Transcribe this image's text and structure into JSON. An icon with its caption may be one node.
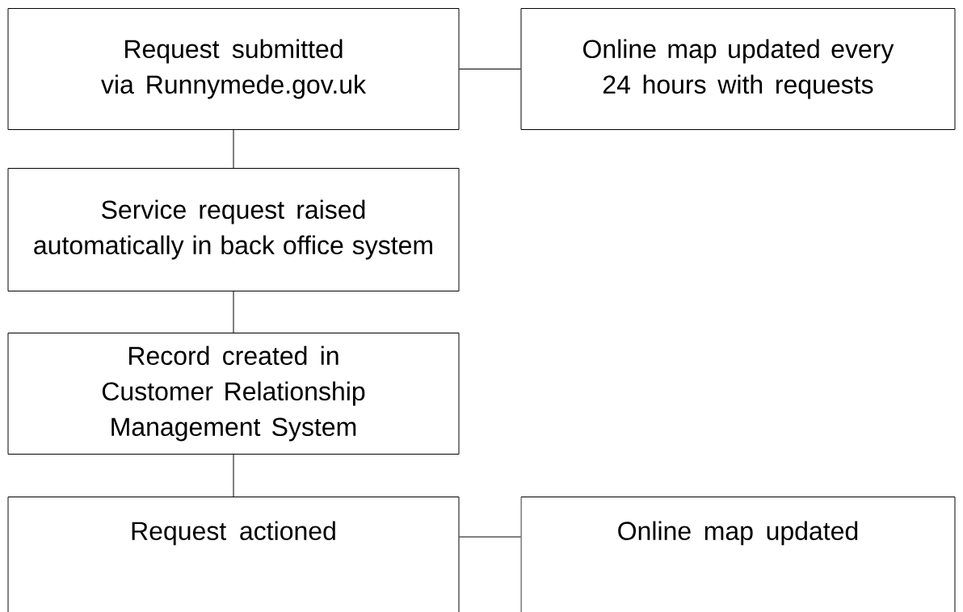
{
  "diagram": {
    "nodes": [
      {
        "text": [
          "Request submitted via Runnymede.gov.uk"
        ]
      },
      {
        "text": [
          "Online map updated every 24 hours with requests"
        ]
      },
      {
        "text": [
          "Service request raised automatically in back office system"
        ]
      },
      {
        "text": [
          "Record created in Customer Relationship Management System"
        ]
      },
      {
        "text": [
          "Request actioned"
        ]
      },
      {
        "text": [
          "Online map updated"
        ]
      }
    ],
    "edges": [
      {
        "from": 0,
        "to": 1,
        "arrow": "none"
      },
      {
        "from": 0,
        "to": 2,
        "arrow": "none"
      },
      {
        "from": 2,
        "to": 3,
        "arrow": "none"
      },
      {
        "from": 3,
        "to": 4,
        "arrow": "none"
      },
      {
        "from": 4,
        "to": 5,
        "arrow": "none"
      }
    ]
  }
}
